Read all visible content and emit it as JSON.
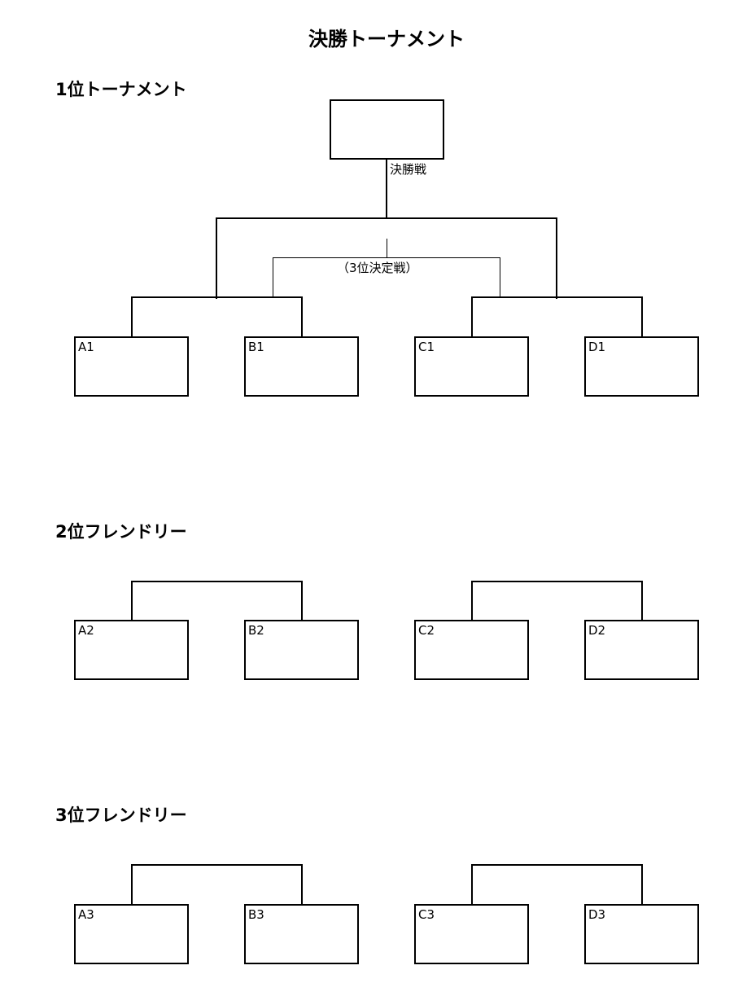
{
  "title": "決勝トーナメント",
  "sections": [
    {
      "title": "1位トーナメント",
      "final_label": "決勝戦",
      "third_place_label": "（3位決定戦）",
      "teams": [
        "A1",
        "B1",
        "C1",
        "D1"
      ]
    },
    {
      "title": "2位フレンドリー",
      "teams": [
        "A2",
        "B2",
        "C2",
        "D2"
      ]
    },
    {
      "title": "3位フレンドリー",
      "teams": [
        "A3",
        "B3",
        "C3",
        "D3"
      ]
    }
  ]
}
